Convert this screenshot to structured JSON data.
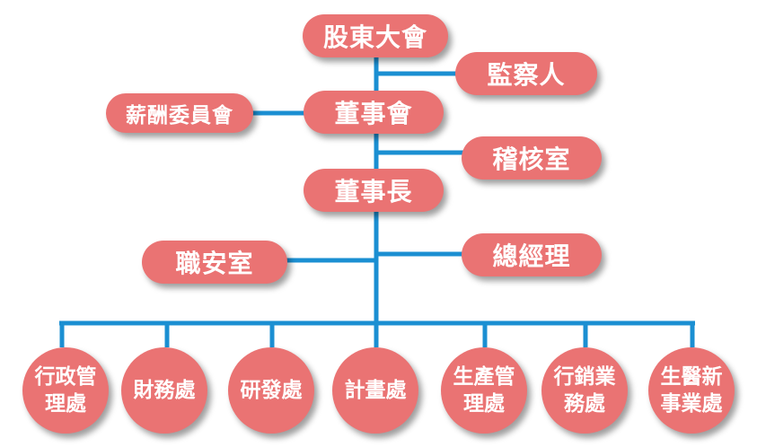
{
  "diagram": {
    "line_color": "#1b8fd2",
    "box_color": "#ea7373",
    "nodes": {
      "shareholders": "股東大會",
      "supervisor": "監察人",
      "remuneration": "薪酬委員會",
      "board": "董事會",
      "audit": "稽核室",
      "chairman": "董事長",
      "safety": "職安室",
      "gm": "總經理"
    },
    "departments": [
      "行政管\n理處",
      "財務處",
      "研發處",
      "計畫處",
      "生產管\n理處",
      "行銷業\n務處",
      "生醫新\n事業處"
    ]
  }
}
